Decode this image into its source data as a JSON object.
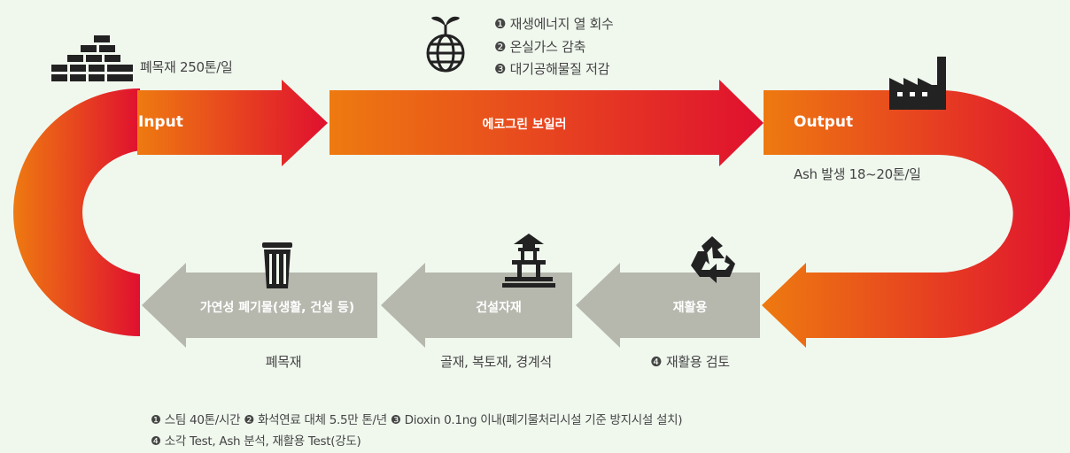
{
  "top_flow": {
    "input_label": "Input",
    "boiler_label": "에코그린 보일러",
    "output_label": "Output",
    "input_note": "폐목재 250톤/일",
    "output_note": "Ash 발생 18~20톤/일"
  },
  "benefits": [
    "❶ 재생에너지 열 회수",
    "❷ 온실가스 감축",
    "❸ 대기공해물질 저감"
  ],
  "bottom_flow": {
    "recycle_label": "재활용",
    "construction_label": "건설자재",
    "combustible_label": "가연성 폐기물(생활, 건설 등)",
    "recycle_note": "❹ 재활용 검토",
    "construction_note": "골재, 복토재, 경계석",
    "combustible_note": "폐목재"
  },
  "footnotes": [
    "❶ 스팀 40톤/시간 ❷ 화석연료 대체 5.5만 톤/년 ❸ Dioxin 0.1ng 이내(폐기물처리시설 기준 방지시설 설치)",
    "❹ 소각 Test, Ash 분석, 재활용 Test(강도)"
  ],
  "icons": {
    "input": "wood-stack-icon",
    "globe": "globe-sprout-icon",
    "factory": "factory-icon",
    "recycle": "recycle-icon",
    "building": "building-icon",
    "trash": "trash-bin-icon"
  },
  "colors": {
    "flow_orange": "#ee7a10",
    "flow_red": "#e0102f",
    "grey_arrow": "#b6b8ae",
    "icon": "#222222",
    "background": "#f0f8ee"
  }
}
